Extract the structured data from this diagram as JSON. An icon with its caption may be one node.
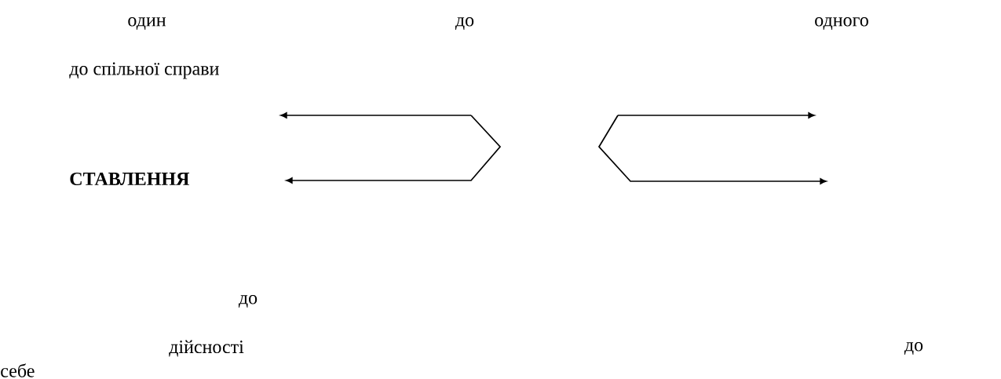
{
  "diagram": {
    "labels": [
      "один",
      "до",
      "одного",
      "до спільної справи",
      "**СТАВЛЕННЯ**",
      "до",
      "дійсності",
      "до",
      "себе"
    ]
  }
}
